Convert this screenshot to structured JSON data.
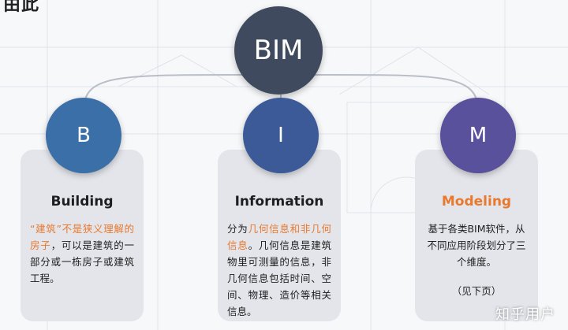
{
  "corner_title": "由此",
  "nodes": {
    "root": {
      "label": "BIM"
    },
    "b": {
      "label": "B"
    },
    "i": {
      "label": "I"
    },
    "m": {
      "label": "M"
    }
  },
  "cards": {
    "b": {
      "title": "Building",
      "body_highlight": "“建筑”不是狭义理解的房子",
      "body_rest": "，可以是建筑的一部分或一栋房子或建筑工程。"
    },
    "i": {
      "title": "Information",
      "body_pre": "分为",
      "body_highlight": "几何信息和非几何信息",
      "body_rest": "。几何信息是建筑物里可测量的信息，非几何信息包括时间、空间、物理、造价等相关信息。"
    },
    "m": {
      "title": "Modeling",
      "body": "基于各类BIM软件，从不同应用阶段划分了三个维度。",
      "note": "（见下页）"
    }
  },
  "watermark": "知乎用户",
  "colors": {
    "root": "#3f4a5e",
    "b": "#3b6fa8",
    "i": "#3c5a98",
    "m": "#5a519c",
    "highlight": "#e8792f",
    "card_bg": "#e3e5ea"
  }
}
